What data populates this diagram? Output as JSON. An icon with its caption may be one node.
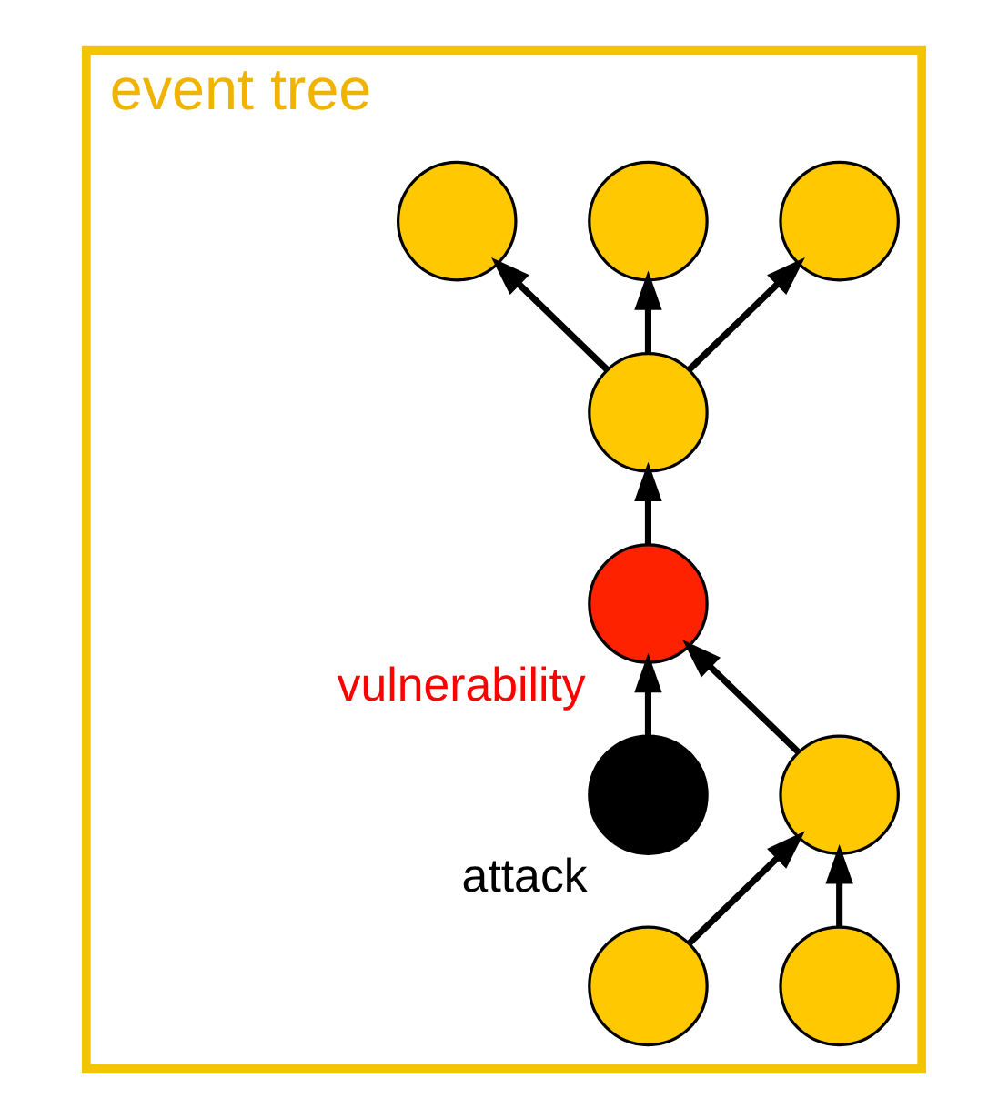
{
  "diagram": {
    "nodes": [
      {
        "text": [
          "event tree"
        ]
      },
      {
        "text": [],
        "shape": "circle",
        "in": 0
      },
      {
        "text": [],
        "shape": "circle",
        "in": 0
      },
      {
        "text": [],
        "shape": "circle",
        "in": 0
      },
      {
        "text": [],
        "shape": "circle",
        "in": 0
      },
      {
        "text": [],
        "shape": "circle",
        "in": 0,
        "beside": [
          "vulnerability"
        ]
      },
      {
        "text": [],
        "shape": "circle",
        "in": 0
      },
      {
        "text": [],
        "shape": "circle",
        "in": 0
      },
      {
        "text": [],
        "shape": "circle",
        "in": 0
      },
      {
        "text": [],
        "shape": "circle",
        "in": 0,
        "beside": [
          "attack"
        ]
      }
    ],
    "edges": [
      {
        "from": 4,
        "to": 1,
        "arrow": "to"
      },
      {
        "from": 4,
        "to": 2,
        "arrow": "to"
      },
      {
        "from": 4,
        "to": 3,
        "arrow": "to"
      },
      {
        "from": 5,
        "to": 4,
        "arrow": "to"
      },
      {
        "from": 6,
        "to": 5,
        "arrow": "to"
      },
      {
        "from": 9,
        "to": 5,
        "arrow": "to"
      },
      {
        "from": 7,
        "to": 6,
        "arrow": "to"
      },
      {
        "from": 8,
        "to": 6,
        "arrow": "to"
      }
    ]
  }
}
